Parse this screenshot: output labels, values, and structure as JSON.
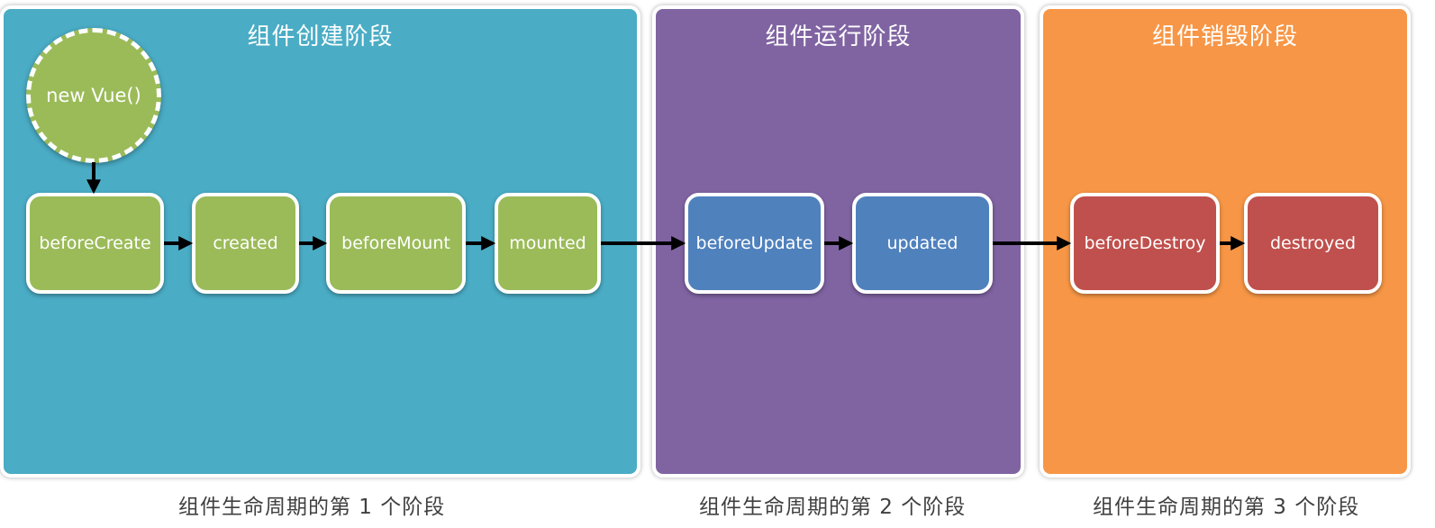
{
  "colors": {
    "creation_panel": "#4aacc5",
    "running_panel": "#8064a2",
    "destruction_panel": "#f79646",
    "creation_node": "#9bbb59",
    "running_node": "#4f81bd",
    "destruction_node": "#c0504d"
  },
  "panels": {
    "creation": {
      "title": "组件创建阶段"
    },
    "running": {
      "title": "组件运行阶段"
    },
    "destruction": {
      "title": "组件销毁阶段"
    }
  },
  "start": {
    "label": "new Vue()"
  },
  "hooks": {
    "before_create": "beforeCreate",
    "created": "created",
    "before_mount": "beforeMount",
    "mounted": "mounted",
    "before_update": "beforeUpdate",
    "updated": "updated",
    "before_destroy": "beforeDestroy",
    "destroyed": "destroyed"
  },
  "captions": {
    "stage1": "组件生命周期的第 1 个阶段",
    "stage2": "组件生命周期的第 2 个阶段",
    "stage3": "组件生命周期的第 3 个阶段"
  }
}
